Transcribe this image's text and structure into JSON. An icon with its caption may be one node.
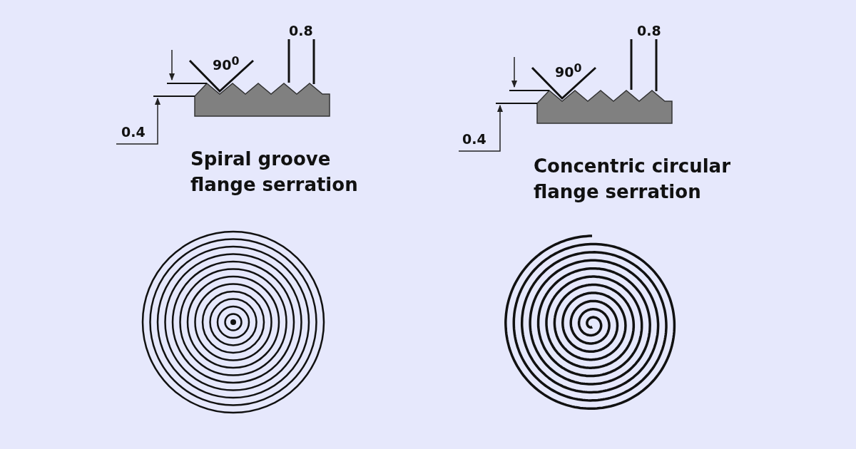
{
  "diagram": {
    "labels": [
      "0.8",
      "90$^{0}$",
      "0.4",
      "Spiral groove flange serration",
      "0.8",
      "90$^{0}$",
      "0.4",
      "Concentric circular flange serration"
    ]
  }
}
